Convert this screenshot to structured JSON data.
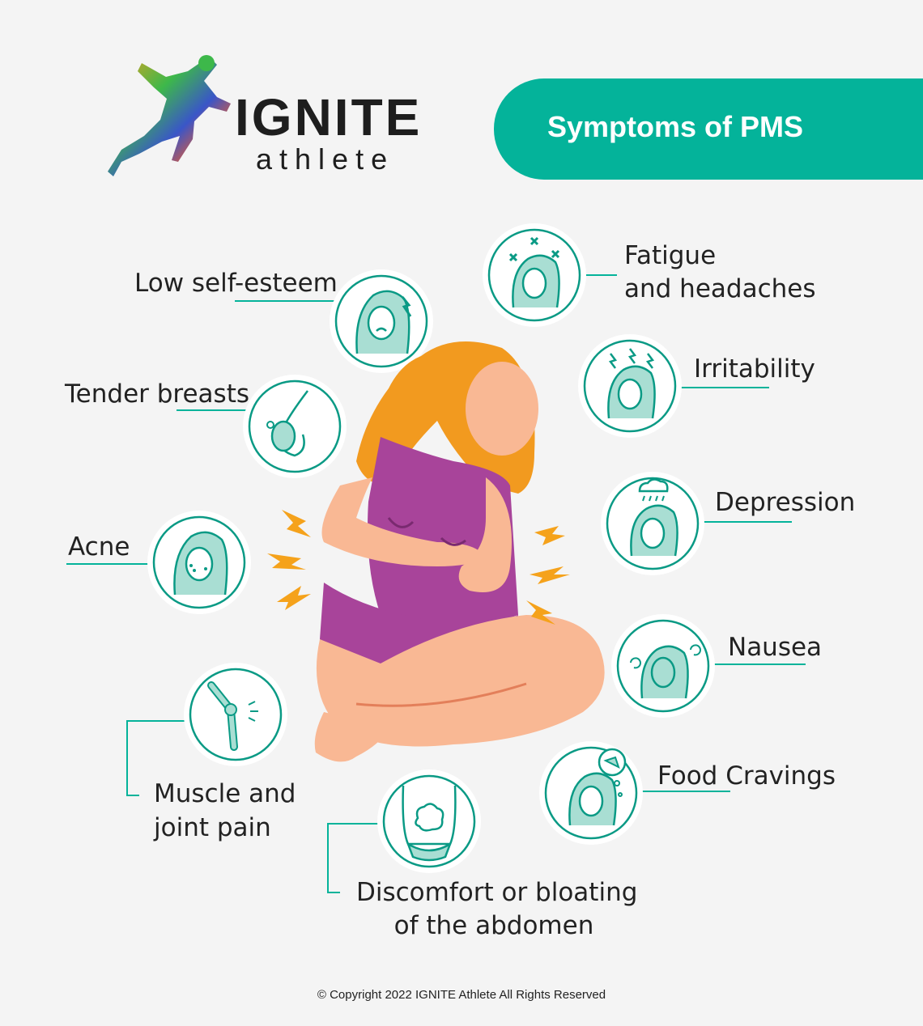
{
  "brand": {
    "name": "IGNITE",
    "tagline": "athlete"
  },
  "banner": {
    "title": "Symptoms of PMS"
  },
  "symptoms": {
    "low_self_esteem": "Low self-esteem",
    "tender_breasts": "Tender breasts",
    "acne": "Acne",
    "muscle_joint_line1": "Muscle and",
    "muscle_joint_line2": "joint pain",
    "discomfort_line1": "Discomfort or bloating",
    "discomfort_line2": "of the abdomen",
    "fatigue_line1": "Fatigue",
    "fatigue_line2": "and headaches",
    "irritability": "Irritability",
    "depression": "Depression",
    "nausea": "Nausea",
    "food_cravings": "Food Cravings"
  },
  "footer": {
    "copyright": "© Copyright 2022 IGNITE Athlete All Rights Reserved"
  },
  "colors": {
    "accent": "#04b39a",
    "icon_stroke": "#0a9a85",
    "icon_fill": "#a9ded3",
    "hair": "#f29a1f",
    "skin": "#f9b894",
    "swimsuit": "#a8449a",
    "pain_bolt": "#f5a21b",
    "background": "#f4f4f4"
  }
}
